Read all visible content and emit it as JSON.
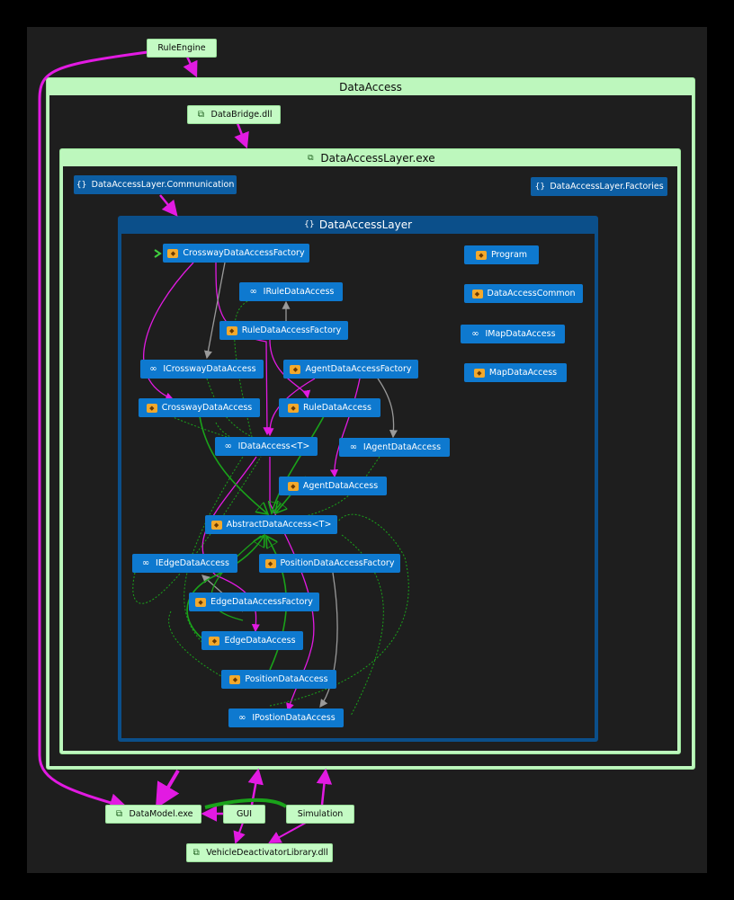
{
  "colors": {
    "background": "#1e1e1e",
    "outer_group": "#bdf7bd",
    "inner_group": "#0b4f8a",
    "node_blue": "#0e79cf",
    "node_green": "#c4fbc4",
    "edge_magenta": "#e21ae2",
    "edge_green": "#1aa31a",
    "edge_gray": "#9a9a9a"
  },
  "groups": {
    "data_access": {
      "title": "DataAccess"
    },
    "dal_exe": {
      "title": "DataAccessLayer.exe",
      "icon": "assembly-icon"
    },
    "dal_ns": {
      "title": "DataAccessLayer",
      "icon": "namespace-icon"
    }
  },
  "nodes": {
    "rule_engine": {
      "label": "RuleEngine"
    },
    "data_bridge": {
      "label": "DataBridge.dll",
      "icon": "assembly-icon"
    },
    "dal_communication": {
      "label": "DataAccessLayer.Communication",
      "icon": "namespace-icon"
    },
    "dal_factories": {
      "label": "DataAccessLayer.Factories",
      "icon": "namespace-icon"
    },
    "crossway_factory": {
      "label": "CrosswayDataAccessFactory",
      "icon": "class-icon"
    },
    "program": {
      "label": "Program",
      "icon": "class-icon"
    },
    "irule_data_access": {
      "label": "IRuleDataAccess",
      "icon": "interface-icon"
    },
    "data_access_common": {
      "label": "DataAccessCommon",
      "icon": "class-icon"
    },
    "rule_factory": {
      "label": "RuleDataAccessFactory",
      "icon": "class-icon"
    },
    "imap_data_access": {
      "label": "IMapDataAccess",
      "icon": "interface-icon"
    },
    "icrossway_data_access": {
      "label": "ICrosswayDataAccess",
      "icon": "interface-icon"
    },
    "agent_factory": {
      "label": "AgentDataAccessFactory",
      "icon": "class-icon"
    },
    "map_data_access": {
      "label": "MapDataAccess",
      "icon": "class-icon"
    },
    "crossway_data_access": {
      "label": "CrosswayDataAccess",
      "icon": "class-icon"
    },
    "rule_data_access": {
      "label": "RuleDataAccess",
      "icon": "class-icon"
    },
    "idata_access_t": {
      "label": "IDataAccess<T>",
      "icon": "interface-icon"
    },
    "iagent_data_access": {
      "label": "IAgentDataAccess",
      "icon": "interface-icon"
    },
    "agent_data_access": {
      "label": "AgentDataAccess",
      "icon": "class-icon"
    },
    "abstract_data_access_t": {
      "label": "AbstractDataAccess<T>",
      "icon": "class-icon"
    },
    "iedge_data_access": {
      "label": "IEdgeDataAccess",
      "icon": "interface-icon"
    },
    "position_factory": {
      "label": "PositionDataAccessFactory",
      "icon": "class-icon"
    },
    "edge_factory": {
      "label": "EdgeDataAccessFactory",
      "icon": "class-icon"
    },
    "edge_data_access": {
      "label": "EdgeDataAccess",
      "icon": "class-icon"
    },
    "position_data_access": {
      "label": "PositionDataAccess",
      "icon": "class-icon"
    },
    "iposition_data_access": {
      "label": "IPostionDataAccess",
      "icon": "interface-icon"
    },
    "data_model": {
      "label": "DataModel.exe",
      "icon": "assembly-icon"
    },
    "gui": {
      "label": "GUI"
    },
    "simulation": {
      "label": "Simulation"
    },
    "vehicle_deactivator": {
      "label": "VehicleDeactivatorLibrary.dll",
      "icon": "assembly-icon"
    }
  }
}
